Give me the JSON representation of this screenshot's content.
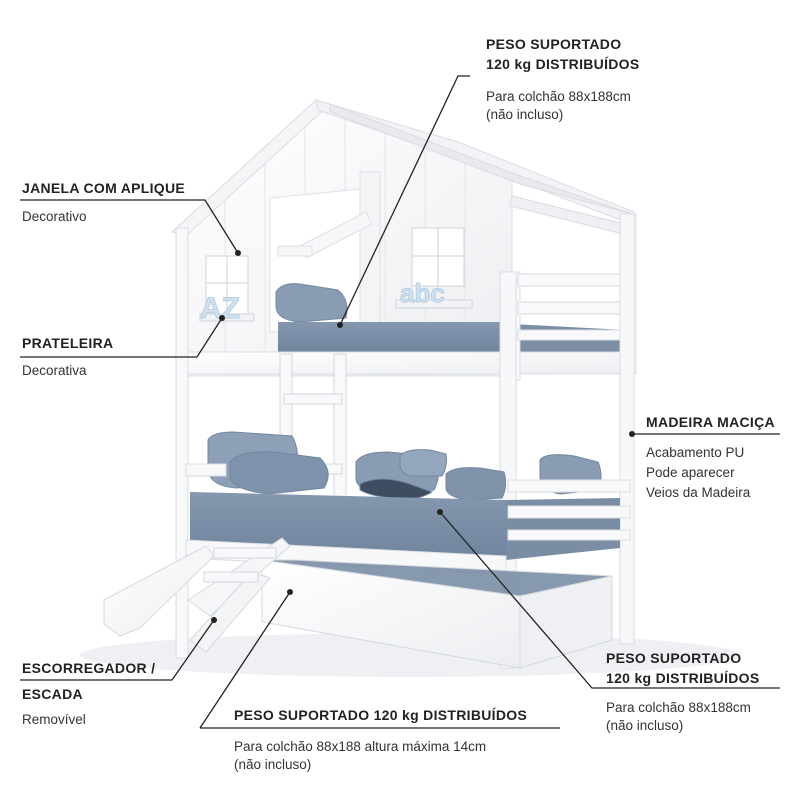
{
  "labels": {
    "top_weight": {
      "line1": "PESO SUPORTADO",
      "line2": "120 kg DISTRIBUÍDOS",
      "sub1": "Para colchão 88x188cm",
      "sub2": "(não incluso)"
    },
    "window": {
      "title": "JANELA COM APLIQUE",
      "sub": "Decorativo"
    },
    "shelf": {
      "title": "PRATELEIRA",
      "sub": "Decorativa"
    },
    "wood": {
      "title": "MADEIRA MACIÇA",
      "sub1": "Acabamento PU",
      "sub2": "Pode aparecer",
      "sub3": "Veios da Madeira"
    },
    "lower_weight": {
      "line1": "PESO SUPORTADO",
      "line2": "120 kg DISTRIBUÍDOS",
      "sub1": "Para colchão 88x188cm",
      "sub2": "(não incluso)"
    },
    "slide": {
      "line1": "ESCORREGADOR /",
      "line2": "ESCADA",
      "sub": "Removível"
    },
    "trundle": {
      "title": "PESO SUPORTADO 120 kg DISTRIBUÍDOS",
      "sub1": "Para colchão 88x188 altura máxima 14cm",
      "sub2": "(não incluso)"
    },
    "decor": {
      "left_letters": "AZ",
      "right_letters": "abc"
    }
  },
  "colors": {
    "frame": "#f7f7f8",
    "frame_shade": "#e3e5e9",
    "mattress": "#7c90a8",
    "mattress_dark": "#6a7f98",
    "pillow": "#8a9cb4",
    "letters": "#cfe1f0",
    "leader": "#222222"
  }
}
